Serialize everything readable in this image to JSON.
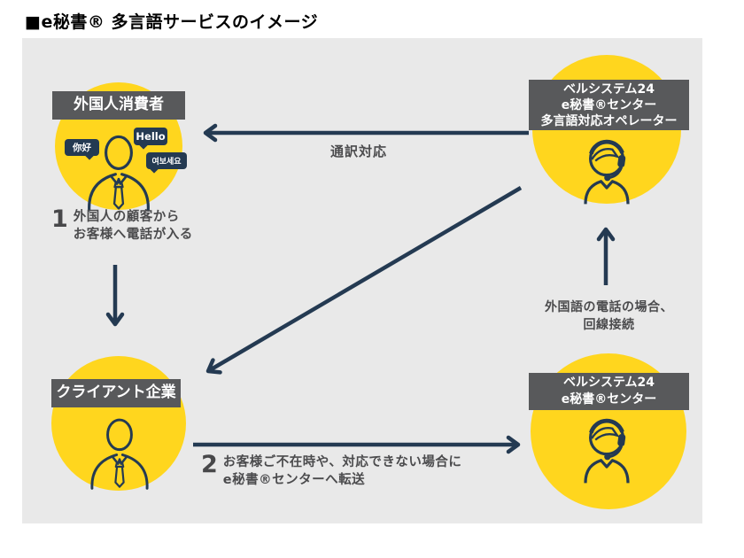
{
  "title": "■e秘書® 多言語サービスのイメージ",
  "nodes": {
    "foreign_consumer": {
      "label": "外国人消費者",
      "bubble_chinese": "你好",
      "bubble_english": "Hello",
      "bubble_korean": "여보세요"
    },
    "multilingual_operator": {
      "line1": "ベルシステム24",
      "line2": "e秘書®センター",
      "line3": "多言語対応オペレーター"
    },
    "client_company": {
      "label": "クライアント企業"
    },
    "esecretary_center": {
      "line1": "ベルシステム24",
      "line2": "e秘書®センター"
    }
  },
  "flows": {
    "interpretation_label": "通訳対応",
    "step1_number": "1",
    "step1_line1": "外国人の顧客から",
    "step1_line2": "お客様へ電話が入る",
    "step2_number": "2",
    "step2_line1": "お客様ご不在時や、対応できない場合に",
    "step2_line2": "e秘書®センターへ転送",
    "connect_line1": "外国語の電話の場合、",
    "connect_line2": "回線接続"
  },
  "colors": {
    "accent_yellow": "#FFD61E",
    "arrow_navy": "#243A52",
    "label_gray": "#58595B",
    "panel_gray": "#E9E9E9",
    "text_gray": "#4B4B4D"
  }
}
